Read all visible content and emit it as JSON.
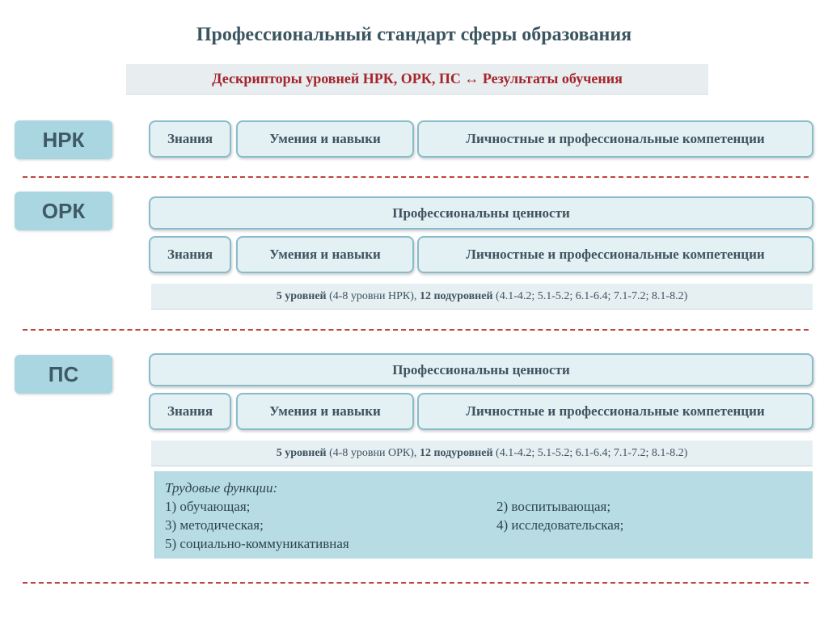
{
  "title": "Профессиональный стандарт сферы образования",
  "subtitle": "Дескрипторы уровней НРК, ОРК, ПС ↔ Результаты обучения",
  "sections": [
    {
      "label": "НРК",
      "boxes": [
        "Знания",
        "Умения и навыки",
        "Личностные и профессиональные компетенции"
      ]
    },
    {
      "label": "ОРК",
      "values": "Профессиональны ценности",
      "boxes": [
        "Знания",
        "Умения и навыки",
        "Личностные и профессиональные компетенции"
      ],
      "levels": {
        "bold1": "5 уровней",
        "text1": " (4-8 уровни НРК), ",
        "bold2": "12 подуровней",
        "text2": " (4.1-4.2; 5.1-5.2; 6.1-6.4; 7.1-7.2; 8.1-8.2)"
      }
    },
    {
      "label": "ПС",
      "values": "Профессиональны ценности",
      "boxes": [
        "Знания",
        "Умения и навыки",
        "Личностные и профессиональные компетенции"
      ],
      "levels": {
        "bold1": "5 уровней",
        "text1": " (4-8 уровни ОРК), ",
        "bold2": "12 подуровней",
        "text2": " (4.1-4.2; 5.1-5.2; 6.1-6.4; 7.1-7.2; 8.1-8.2)"
      }
    }
  ],
  "functions": {
    "heading": "Трудовые функции:",
    "items": [
      "1) обучающая;",
      "2) воспитывающая;",
      "3) методическая;",
      "4) исследовательская;",
      "5) социально-коммуникативная"
    ]
  },
  "colors": {
    "subtitle_text": "#a4252c",
    "level_fill": "#a9d6e0",
    "box_fill": "#e4f1f4",
    "box_border": "#89bccb",
    "dash": "#c0433c",
    "functions_fill": "#b7dce3"
  }
}
